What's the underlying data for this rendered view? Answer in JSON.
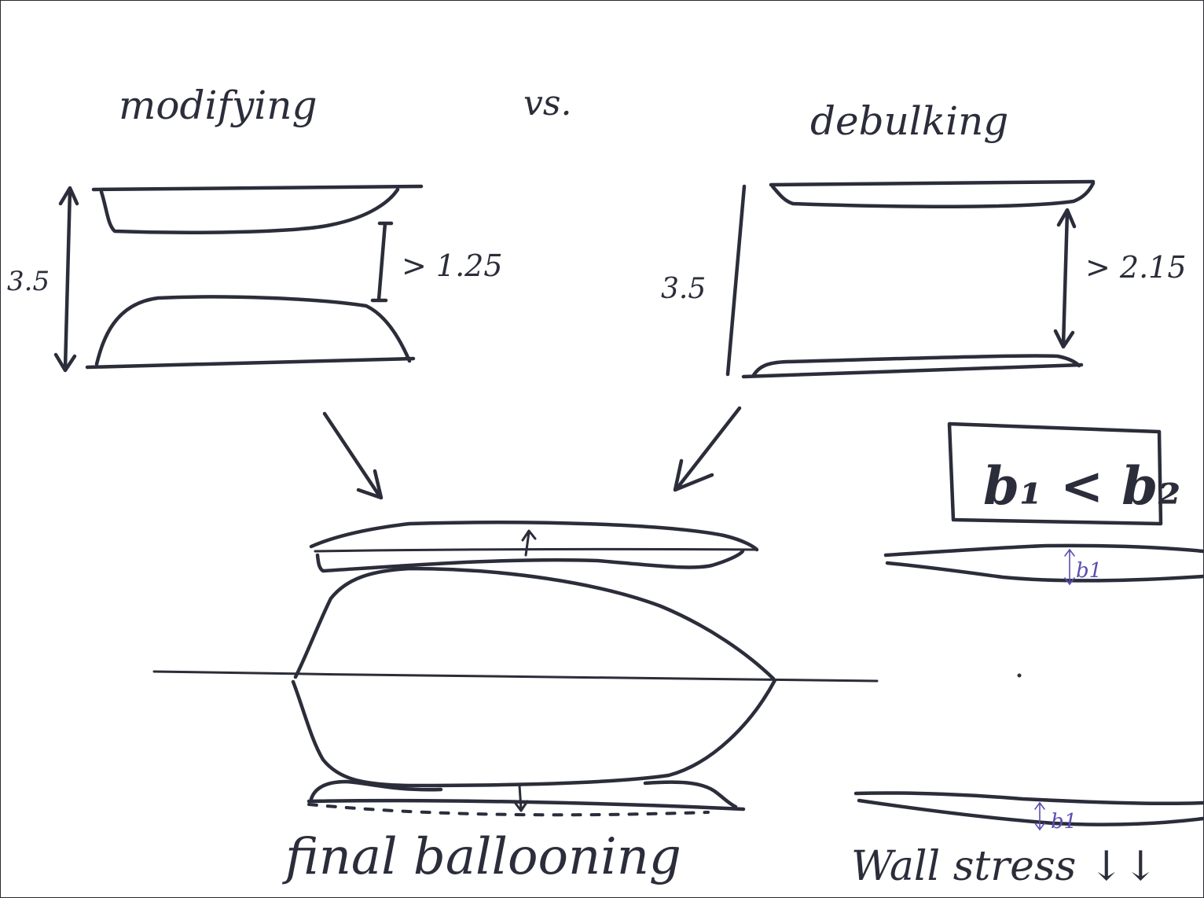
{
  "labels": {
    "modifying": "modifying",
    "vs": "vs.",
    "debulking": "debulking",
    "left_height": "3.5",
    "left_gap": "> 1.25",
    "right_height": "3.5",
    "right_gap": "> 2.15",
    "inequality": "b₁ < b₂",
    "b1_upper": "b1",
    "b1_lower": "b1",
    "final_ballooning": "final ballooning",
    "wall_stress": "Wall stress ↓↓"
  },
  "colors": {
    "ink": "#2b2d3a",
    "annotation_ink": "#5a4fb0",
    "paper": "#ffffff"
  }
}
